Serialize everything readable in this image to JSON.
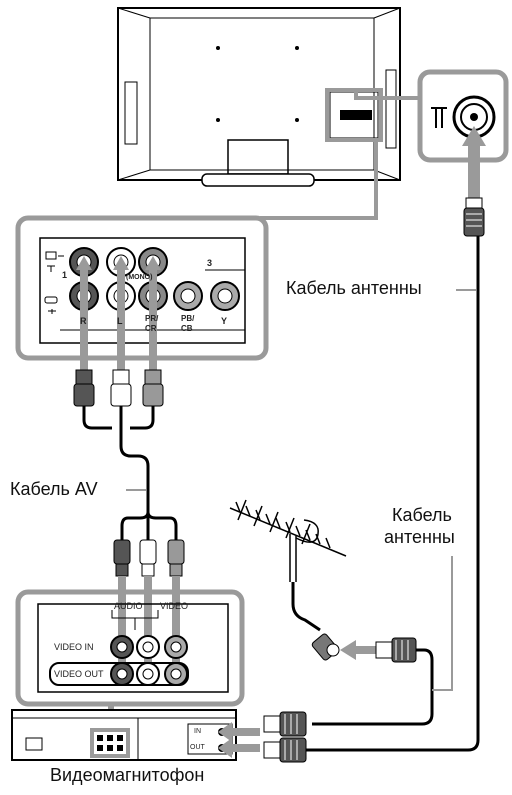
{
  "labels": {
    "antenna_cable_1": "Кабель антенны",
    "av_cable": "Кабель AV",
    "antenna_cable_2_line1": "Кабель",
    "antenna_cable_2_line2": "антенны",
    "vcr": "Видеомагнитофон"
  },
  "tv_panel": {
    "input_1": "1",
    "input_3": "3",
    "r_label": "R",
    "l_label": "L",
    "mono_label": "(MONO)",
    "pr_label": "PR/ CR",
    "pb_label": "PB/ CB",
    "y_label": "Y"
  },
  "vcr_panel": {
    "audio_label": "AUDIO",
    "video_label": "VIDEO",
    "video_in": "VIDEO IN",
    "video_out": "VIDEO OUT",
    "in_label": "IN",
    "out_label": "OUT"
  },
  "colors": {
    "frame_gray": "#9a9a9a",
    "line": "#000000",
    "plug_dark": "#555555"
  }
}
